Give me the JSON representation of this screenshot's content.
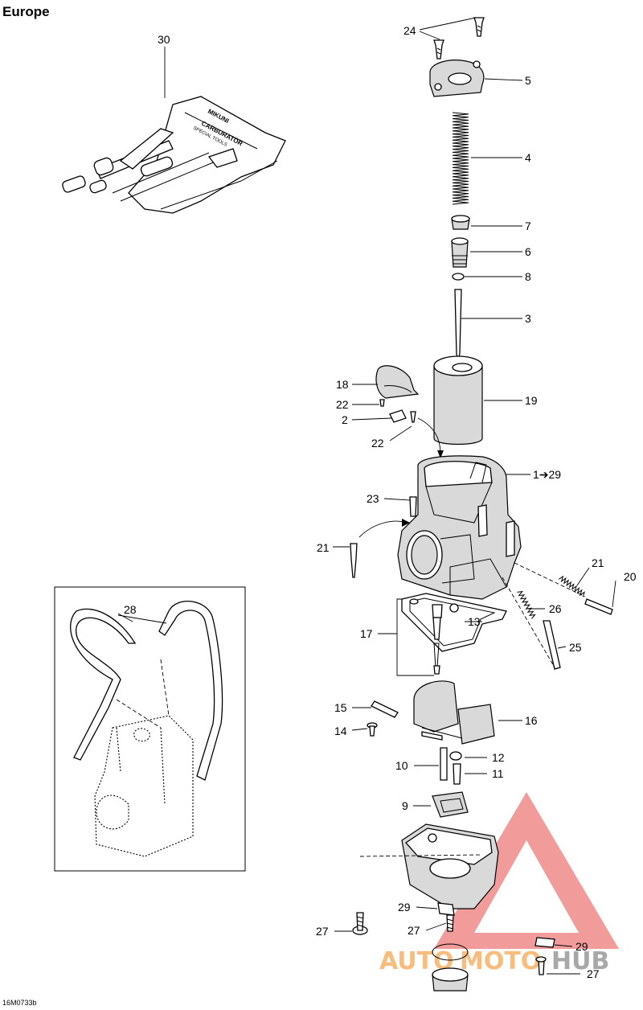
{
  "header": {
    "region_title": "Europe"
  },
  "figure_code": "16M0733b",
  "tool_kit_text": {
    "line1": "MIKUNI",
    "line2": "CARBURATOR",
    "line3": "SPECIAL TOOLS"
  },
  "watermark": {
    "part1": "AUTO",
    "part2": "MOTO",
    "part3": "HUB",
    "color_auto": "#f7b267",
    "color_moto": "#f7b267",
    "color_hub": "#9a9a9a",
    "color_logo": "#f08a8a"
  },
  "callouts": {
    "c1": "1➔29",
    "c2": "2",
    "c3": "3",
    "c4": "4",
    "c5": "5",
    "c6": "6",
    "c7": "7",
    "c8": "8",
    "c9": "9",
    "c10": "10",
    "c11": "11",
    "c12": "12",
    "c13": "13",
    "c14": "14",
    "c15": "15",
    "c16": "16",
    "c17": "17",
    "c18": "18",
    "c19": "19",
    "c20": "20",
    "c21a": "21",
    "c21b": "21",
    "c22a": "22",
    "c22b": "22",
    "c23": "23",
    "c24": "24",
    "c25": "25",
    "c26": "26",
    "c27a": "27",
    "c27b": "27",
    "c27c": "27",
    "c28": "28",
    "c29a": "29",
    "c29b": "29",
    "c30": "30"
  }
}
